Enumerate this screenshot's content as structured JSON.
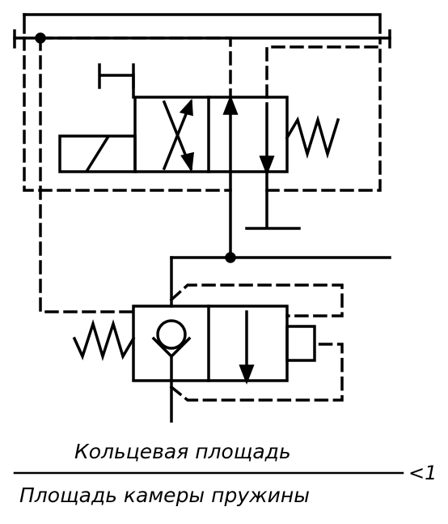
{
  "colors": {
    "line": "#000000",
    "background": "#ffffff"
  },
  "formula": {
    "numerator": "Кольцевая площадь",
    "denominator": "Площадь камеры пружины",
    "relation": "<1"
  }
}
